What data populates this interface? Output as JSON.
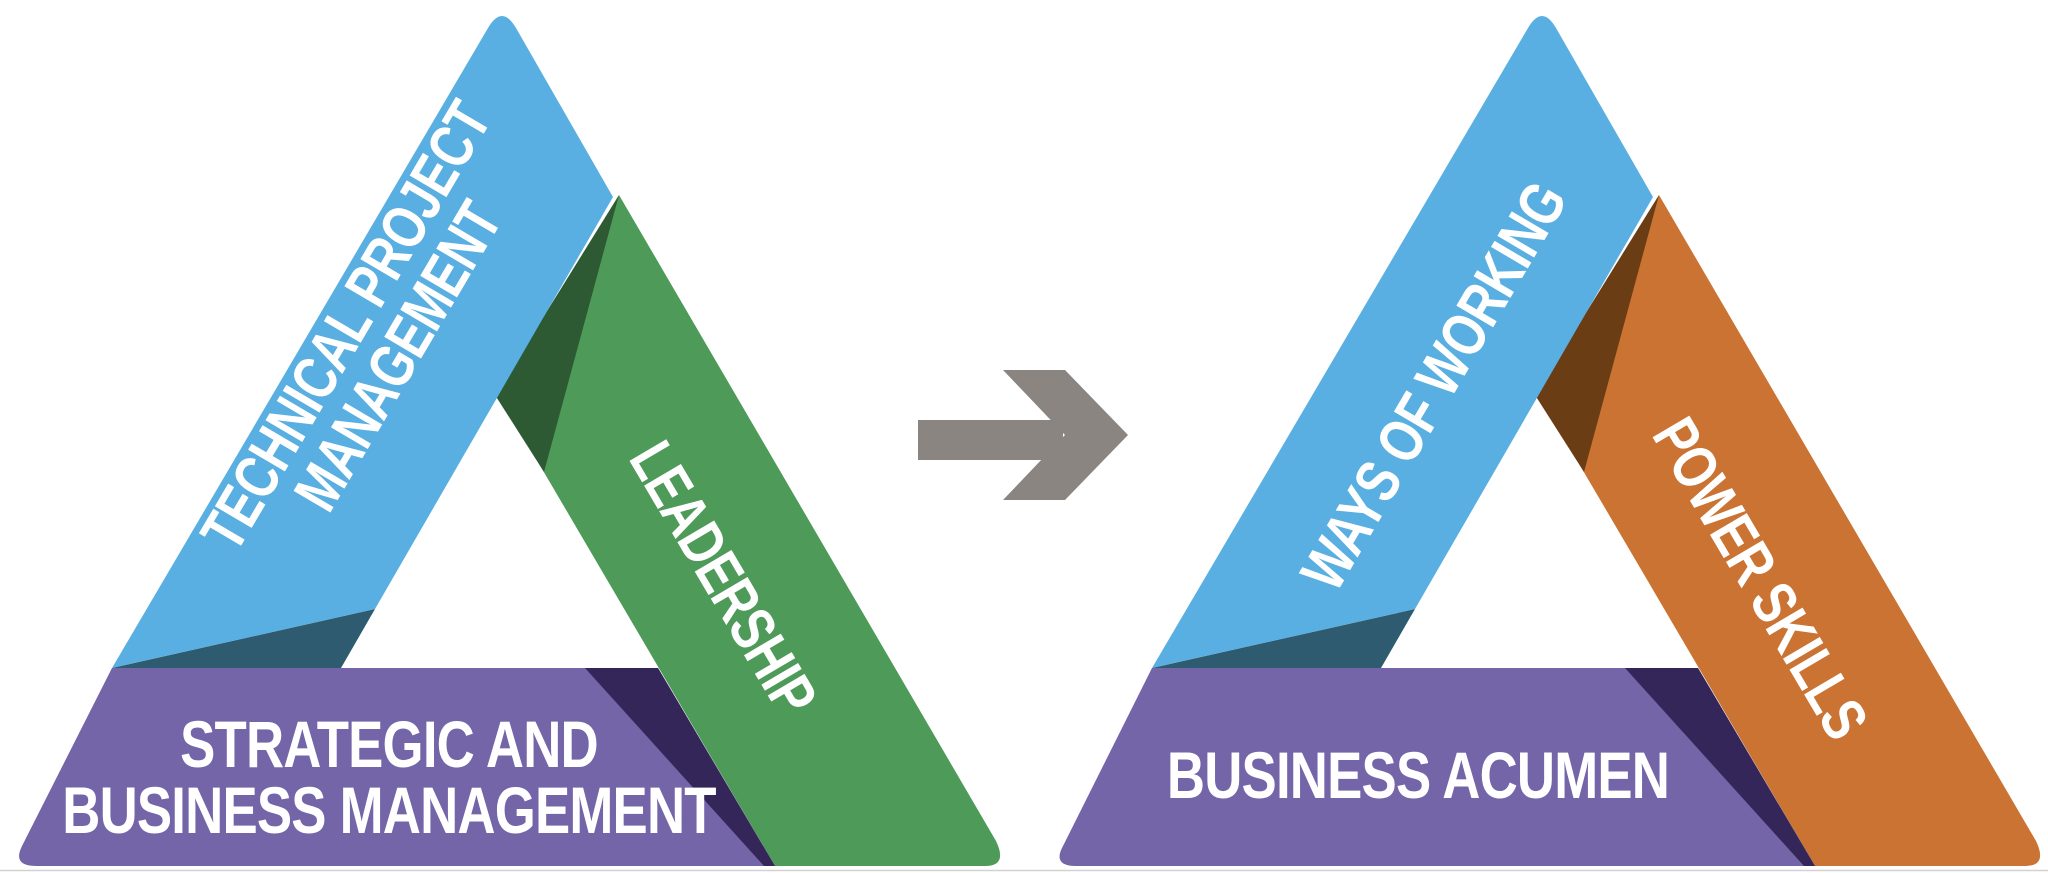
{
  "colors": {
    "background": "#ffffff",
    "blue": "#59AFE1",
    "teal_shadow": "#2F5B70",
    "green": "#4D9A59",
    "green_shadow": "#2D5A33",
    "purple": "#7464A8",
    "purple_shadow": "#35265A",
    "orange": "#CB7332",
    "orange_shadow": "#6B3D15",
    "arrow": "#8A8580",
    "label_text": "#FFFFFF",
    "bottom_edge_line": "#CCCACA"
  },
  "left_triangle": {
    "side_left_line1": "TECHNICAL PROJECT",
    "side_left_line2": "MANAGEMENT",
    "side_right_label": "LEADERSHIP",
    "bottom_line1": "STRATEGIC AND",
    "bottom_line2": "BUSINESS MANAGEMENT"
  },
  "right_triangle": {
    "side_left_label": "WAYS OF WORKING",
    "side_right_label": "POWER SKILLS",
    "bottom_label": "BUSINESS ACUMEN"
  },
  "icons": {
    "transition_arrow": "right-arrow-icon"
  }
}
